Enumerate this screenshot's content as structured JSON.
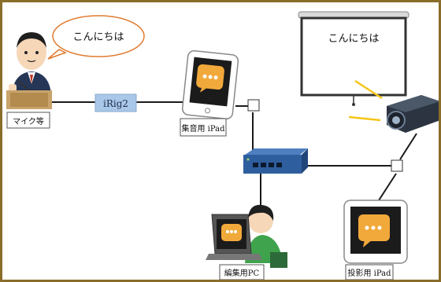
{
  "speech_bubble_text": "こんにちは",
  "screen_text": "こんにちは",
  "labels": {
    "speaker": "マイク等",
    "irig": "iRig2",
    "sound_ipad": "集音用 iPad",
    "edit_pc": "編集用PC",
    "projection_ipad": "投影用 iPad"
  },
  "colors": {
    "frame": "#8a6d2a",
    "line": "#1a1a1a",
    "irig_box": "#a9c7e8",
    "switch": "#2f5e9e",
    "projector": "#2b3440",
    "light_beam": "#f5c518",
    "app_icon": "#f2a93b"
  }
}
